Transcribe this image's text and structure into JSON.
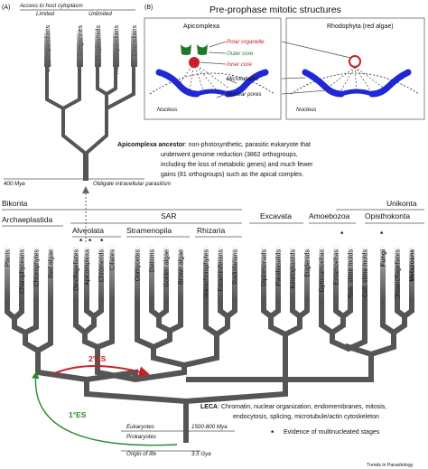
{
  "panel_a_label": "(A)",
  "panel_b_label": "(B)",
  "panel_b_title": "Pre-prophase mitotic structures",
  "apicomplexa_box": {
    "title": "Apicomplexa",
    "polar_organelle": "Polar organelle",
    "outer_core": "Outer core",
    "inner_core": "Inner core",
    "microtubules": "Microtubules",
    "nuclear_pores": "Nuclear pores",
    "nucleus": "Nucleus"
  },
  "rhodophyta_box": {
    "title": "Rhodophyta (red algae)",
    "nucleus": "Nucleus"
  },
  "access_header": "Access to host cytoplasm",
  "limited": "Limited",
  "unlimited": "Unlimited",
  "apicomplexa_taxa": [
    "Cryptosporidians",
    "Gregarines",
    "Piroplasmids",
    "Haemosporidians",
    "Coccidians"
  ],
  "ancestor_time": "400 Mya",
  "obligate": "Obligate intracellular parasitism",
  "ancestor_label": "Apicomplexa ancestor",
  "ancestor_line1": ": non-photosynthetic, parasitic eukaryote that",
  "ancestor_line2": "underwent genome reduction (3862 orthogroups,",
  "ancestor_line3": "including the loss of metabolic genes) and much fewer",
  "ancestor_line4": "gains (81 orthogroups) such as the apical complex.",
  "bikonta": "Bikonta",
  "unikonta": "Unikonta",
  "groups": {
    "archaeplastida": "Archaeplastida",
    "sar": "SAR",
    "excavata": "Excavata",
    "amoebozoa": "Amoebozoa",
    "opisthokonta": "Opisthokonta",
    "alveolata": "Alveolata",
    "stramenopila": "Stramenopila",
    "rhizaria": "Rhizaria"
  },
  "taxa": {
    "plants": "Plants",
    "charophyceans": "Charophyceans",
    "chlorophytes": "Chlorophytes",
    "red_algae": "Red algae",
    "dinoflagellates": "Dinoflagellates",
    "apicomplexa": "Apicomplexa",
    "chromerids": "Chromerids",
    "ciliates": "Ciliates",
    "oomycetes": "Oomycetes",
    "diatoms": "Diatoms",
    "golden_algae": "Golden algae",
    "brown_algae": "Brown algae",
    "chlorarachniophytes": "Chlorarachniophytes",
    "foraminiferans": "Foraminiferans",
    "radiolarians": "Radiolarians",
    "diplomonads": "Diplomonads",
    "parabasalids": "Parabasalids",
    "kinetoplastids": "Kinetoplastids",
    "euglenids": "Euglenids",
    "gymnamoebas": "Gymnamoebas",
    "entamoebas": "Entamoebas",
    "plasm_slime_molds": "Plsm. slime molds",
    "cell_slime_molds": "Cell. slime molds",
    "fungi": "Fungi",
    "choanoflagellates": "Choanoflagellates",
    "metazoans": "Metazoans"
  },
  "asterisk": "*",
  "secondary_es": "2°ES",
  "primary_es": "1°ES",
  "leca_label": "LECA",
  "leca_line1": ": Chromatin, nuclear organization, endomembranes, mitosis,",
  "leca_line2": "endocytosis, splicing, microtubule/actin cytoskeleton",
  "eukaryotes": "Eukaryotes",
  "prokaryotes": "Prokaryotes",
  "euk_time": "1500-800 Mya",
  "origin": "Origin of life",
  "origin_time": "3.5 Gya",
  "multinucleated_note": "Evidence of multinucleated stages",
  "journal": "Trends in Parasitology",
  "colors": {
    "red": "#c8202a",
    "green": "#2a8a2a",
    "blue": "#1c2fd0",
    "microtubule_blue": "#1f28d6",
    "branch_gray": "#555555"
  }
}
